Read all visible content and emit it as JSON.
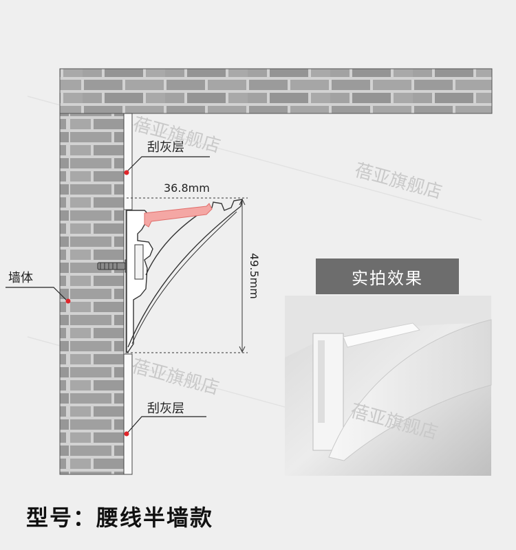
{
  "labels": {
    "plaster_top": "刮灰层",
    "plaster_bottom": "刮灰层",
    "wall": "墙体",
    "width_dim": "36.8mm",
    "height_dim": "49.5mm",
    "photo_badge": "实拍效果",
    "model": "型号：腰线半墙款"
  },
  "watermark": "蓓亚旗舰店",
  "colors": {
    "brick": "#9c9c9c",
    "mortar": "#d4d4d4",
    "marker": "#e0262b",
    "diffuser": "#f4a7a4",
    "badge": "#6d6d6d"
  }
}
